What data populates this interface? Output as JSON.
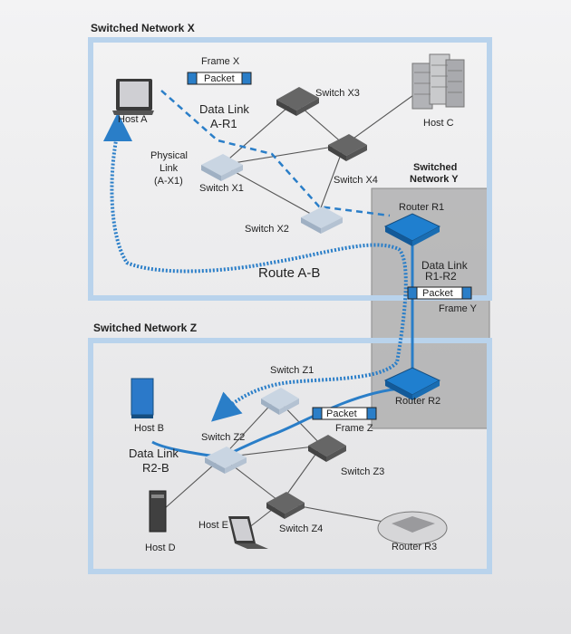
{
  "networks": {
    "x": "Switched Network X",
    "y_line1": "Switched",
    "y_line2": "Network Y",
    "z": "Switched Network Z"
  },
  "frames": {
    "frame_x": "Frame X",
    "frame_y": "Frame Y",
    "frame_z": "Frame Z",
    "packet": "Packet"
  },
  "links": {
    "data_link_ar1_line1": "Data Link",
    "data_link_ar1_line2": "A-R1",
    "physical_line1": "Physical",
    "physical_line2": "Link",
    "physical_line3": "(A-X1)",
    "data_link_r1r2_line1": "Data Link",
    "data_link_r1r2_line2": "R1-R2",
    "data_link_r2b_line1": "Data Link",
    "data_link_r2b_line2": "R2-B",
    "route": "Route A-B"
  },
  "devices": {
    "host_a": "Host A",
    "host_b": "Host B",
    "host_c": "Host C",
    "host_d": "Host D",
    "host_e": "Host E",
    "switch_x1": "Switch X1",
    "switch_x2": "Switch X2",
    "switch_x3": "Switch X3",
    "switch_x4": "Switch X4",
    "switch_z1": "Switch Z1",
    "switch_z2": "Switch Z2",
    "switch_z3": "Switch Z3",
    "switch_z4": "Switch Z4",
    "router_r1": "Router R1",
    "router_r2": "Router R2",
    "router_r3": "Router R3"
  },
  "colors": {
    "network_border": "#b9d3ec",
    "route_path": "#2a7ec8",
    "router": "#1f7fcf",
    "network_y_fill": "#8f8f8f"
  }
}
